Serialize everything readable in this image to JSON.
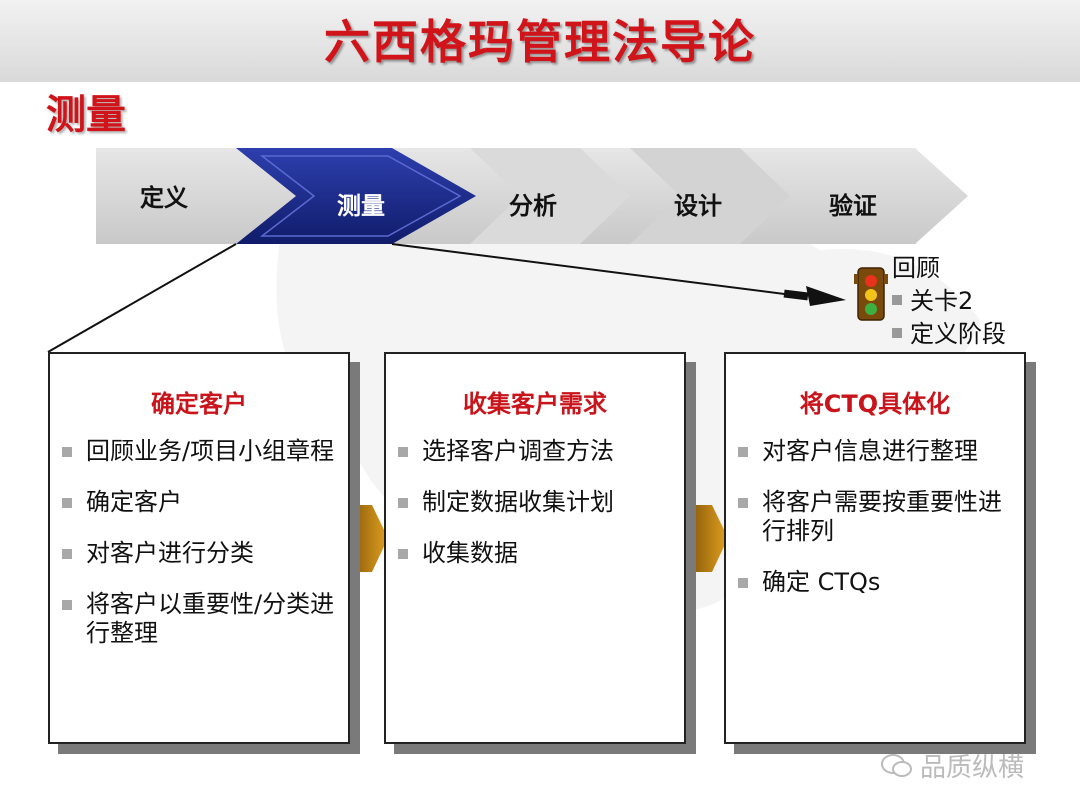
{
  "title": "六西格玛管理法导论",
  "section_title": "测量",
  "stages": [
    {
      "label": "定义",
      "active": false
    },
    {
      "label": "测量",
      "active": true
    },
    {
      "label": "分析",
      "active": false
    },
    {
      "label": "设计",
      "active": false
    },
    {
      "label": "验证",
      "active": false
    }
  ],
  "review": {
    "heading": "回顾",
    "items": [
      "关卡2",
      "定义阶段"
    ]
  },
  "boxes": [
    {
      "title": "确定客户",
      "items": [
        "回顾业务/项目小组章程",
        "确定客户",
        "对客户进行分类",
        "将客户以重要性/分类进行整理"
      ]
    },
    {
      "title": "收集客户需求",
      "items": [
        "选择客户调查方法",
        "制定数据收集计划",
        "收集数据"
      ]
    },
    {
      "title": "将CTQ具体化",
      "items": [
        "对客户信息进行整理",
        "将客户需要按重要性进行排列",
        "确定 CTQs"
      ]
    }
  ],
  "watermark": "品质纵横",
  "colors": {
    "title_red": "#d0141a",
    "active_stage": "#1a2a8c",
    "inactive_stage": "#d9d9d9",
    "connector_arrow": "#c8880c"
  }
}
